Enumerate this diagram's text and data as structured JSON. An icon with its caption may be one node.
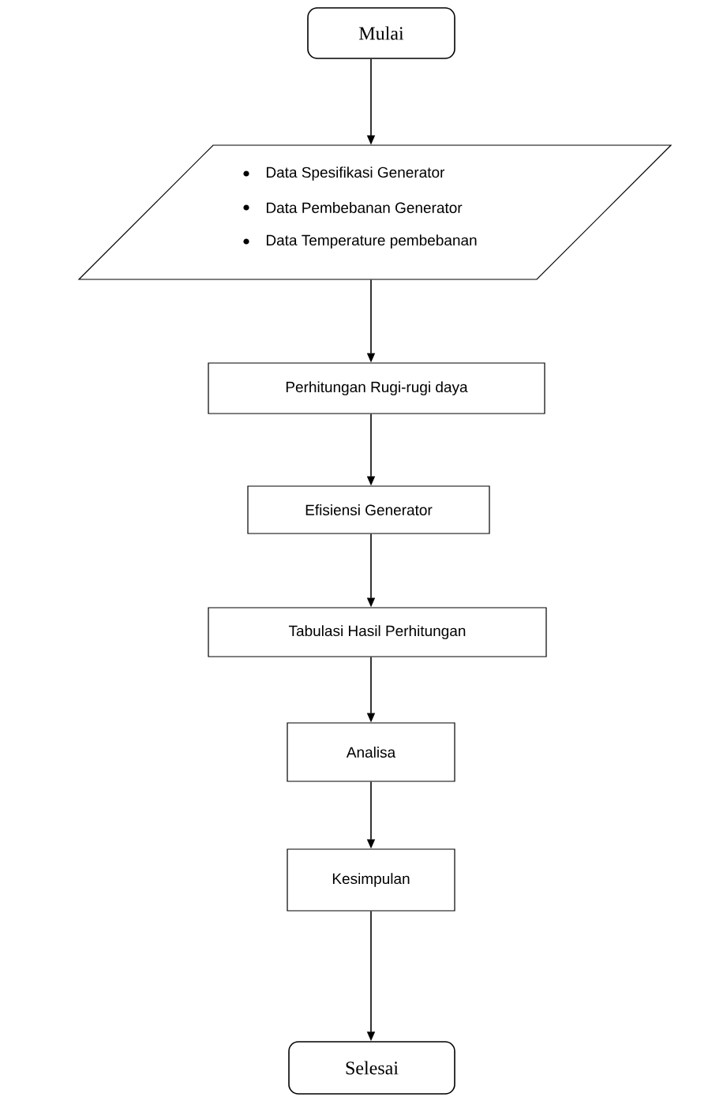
{
  "diagram": {
    "nodes": [
      {
        "text": [
          "Mulai"
        ]
      },
      {
        "text": [
          "Data Spesifikasi Generator",
          "Data Pembebanan Generator",
          "Data Temperature pembebanan"
        ]
      },
      {
        "text": [
          "Perhitungan Rugi-rugi daya"
        ]
      },
      {
        "text": [
          "Efisiensi Generator"
        ]
      },
      {
        "text": [
          "Tabulasi Hasil Perhitungan"
        ]
      },
      {
        "text": [
          "Analisa"
        ]
      },
      {
        "text": [
          "Kesimpulan"
        ]
      },
      {
        "text": [
          "Selesai"
        ]
      }
    ],
    "edges": [
      {
        "from": 0,
        "to": 1,
        "arrow": "to"
      },
      {
        "from": 1,
        "to": 2,
        "arrow": "to"
      },
      {
        "from": 2,
        "to": 3,
        "arrow": "to"
      },
      {
        "from": 3,
        "to": 4,
        "arrow": "to"
      },
      {
        "from": 4,
        "to": 5,
        "arrow": "to"
      },
      {
        "from": 5,
        "to": 6,
        "arrow": "to"
      },
      {
        "from": 6,
        "to": 7,
        "arrow": "to"
      }
    ]
  }
}
